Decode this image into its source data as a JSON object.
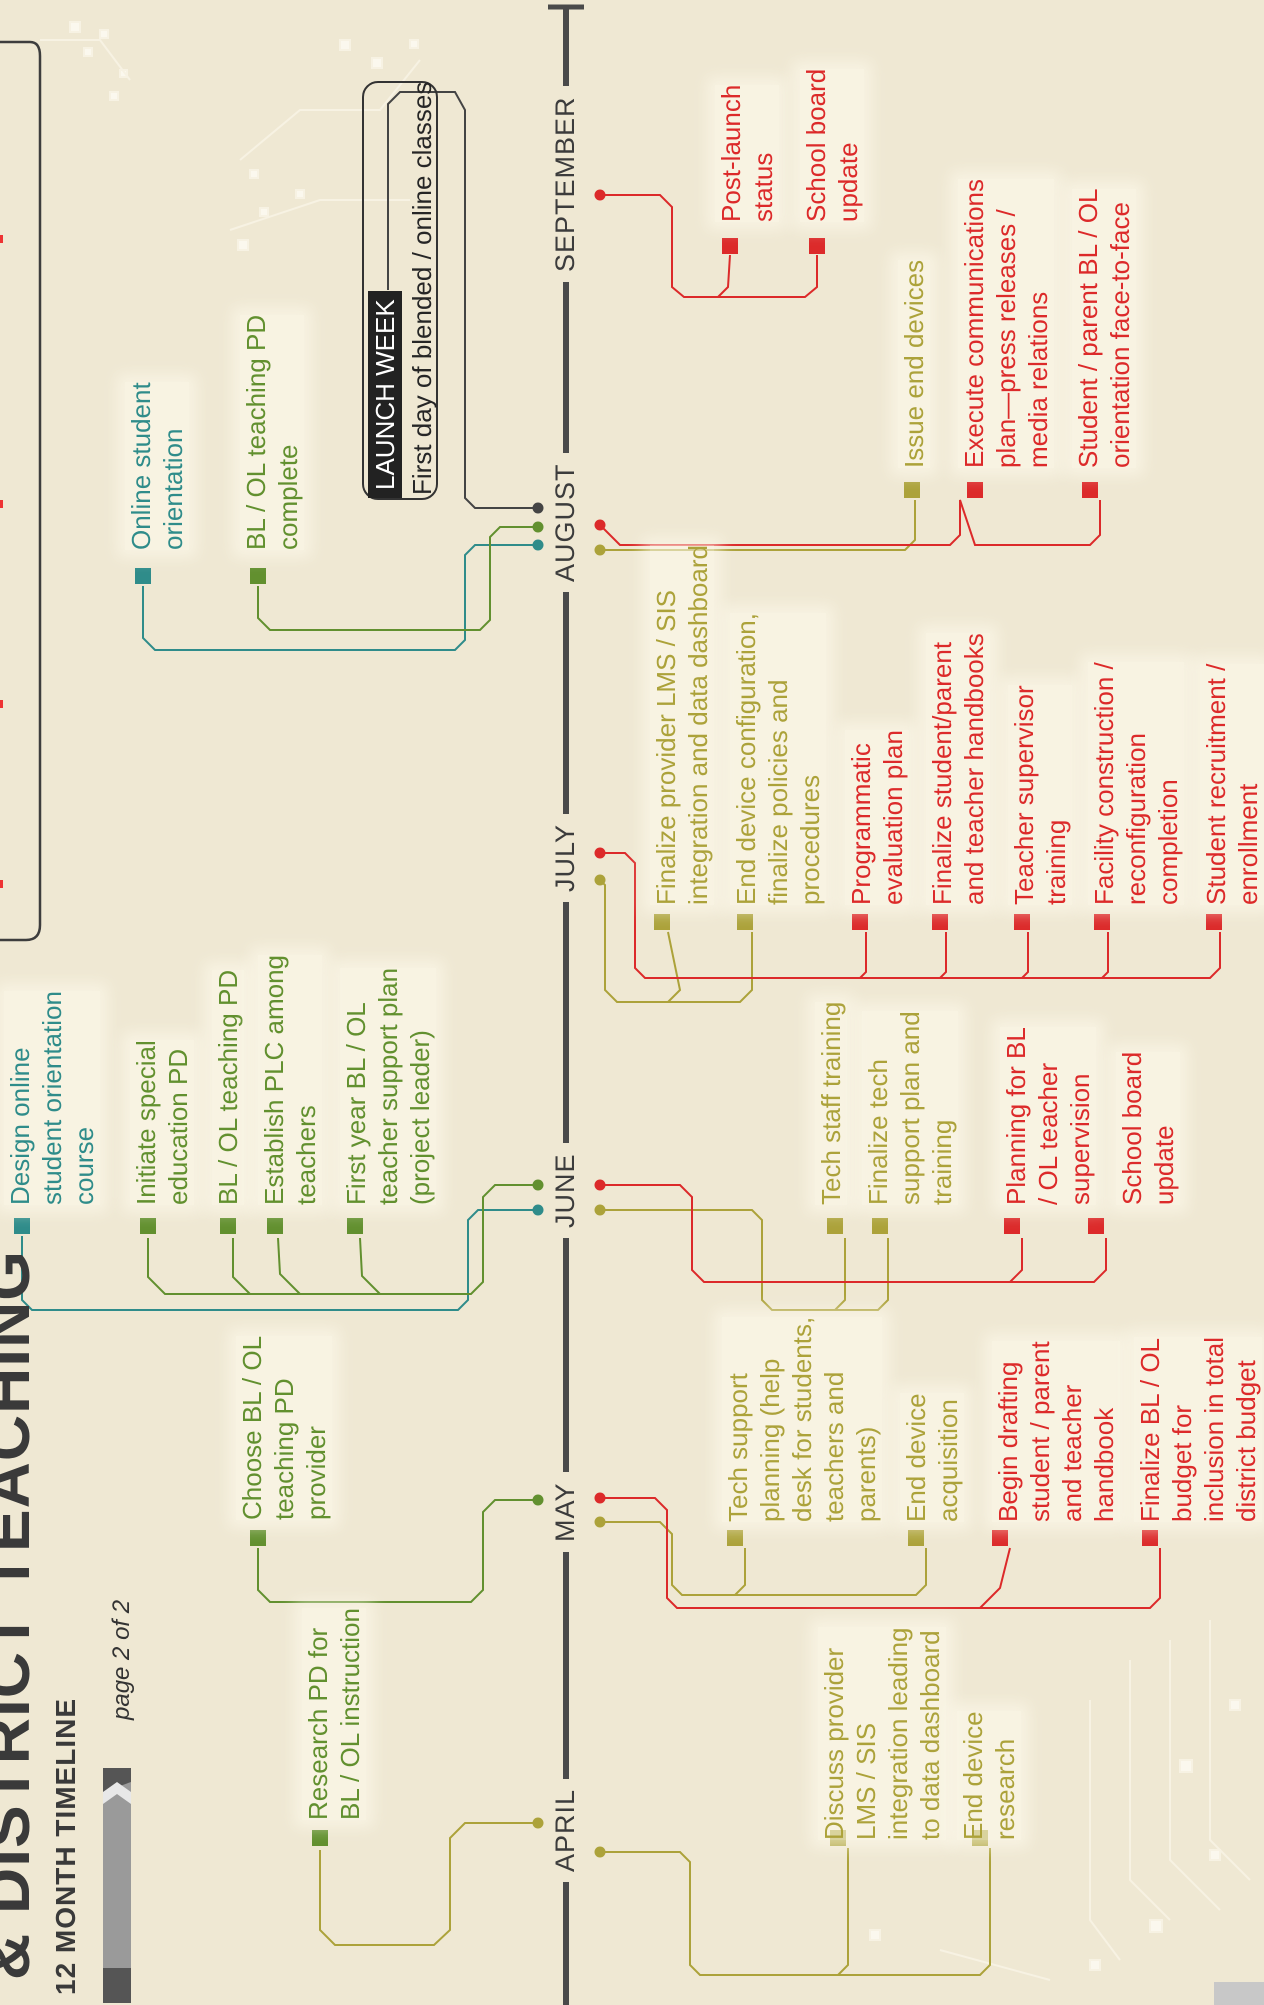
{
  "header": {
    "title": "& DISTRICT TEACHING",
    "subtitle": "12 MONTH TIMELINE",
    "page_indicator": "page 2 of 2"
  },
  "months": [
    "APRIL",
    "MAY",
    "JUNE",
    "JULY",
    "AUGUST",
    "SEPTEMBER"
  ],
  "launch": {
    "badge": "LAUNCH WEEK",
    "text": "First day of blended / online classes"
  },
  "tasks": {
    "april": {
      "research_pd": [
        "Research PD for",
        "BL / OL instruction"
      ],
      "discuss_provider": [
        "Discuss provider",
        "LMS / SIS",
        "integration leading",
        "to data dashboard"
      ],
      "end_device_research": [
        "End device",
        "research"
      ]
    },
    "may": {
      "choose_provider": [
        "Choose BL / OL",
        "teaching PD",
        "provider"
      ],
      "tech_support_planning": [
        "Tech support",
        "planning (help",
        "desk for students,",
        "teachers and",
        "parents)"
      ],
      "end_device_acquisition": [
        "End device",
        "acquisition"
      ],
      "begin_drafting": [
        "Begin drafting",
        "student / parent",
        "and teacher",
        "handbook"
      ],
      "finalize_budget": [
        "Finalize BL / OL",
        "budget for",
        "inclusion in total",
        "district budget"
      ]
    },
    "june": {
      "design_orientation": [
        "Design online",
        "student orientation",
        "course"
      ],
      "special_ed_pd": [
        "Initiate special",
        "education PD"
      ],
      "teaching_pd": [
        "BL / OL teaching PD"
      ],
      "establish_plc": [
        "Establish PLC among",
        "teachers"
      ],
      "first_year_support": [
        "First year BL / OL",
        "teacher support plan",
        "(project leader)"
      ],
      "tech_staff_training": [
        "Tech staff training"
      ],
      "finalize_tech_support": [
        "Finalize tech",
        "support plan and",
        "training"
      ],
      "planning_supervision": [
        "Planning for BL",
        "/ OL teacher",
        "supervision"
      ],
      "school_board_update": [
        "School board",
        "update"
      ]
    },
    "july": {
      "finalize_lms": [
        "Finalize provider LMS / SIS",
        "integration and data dashboard"
      ],
      "end_device_config": [
        "End device configuration,",
        "finalize policies and",
        "procedures"
      ],
      "programmatic_evaluation": [
        "Programmatic",
        "evaluation plan"
      ],
      "finalize_handbooks": [
        "Finalize student/parent",
        "and teacher handbooks"
      ],
      "teacher_supervisor_training": [
        "Teacher supervisor",
        "training"
      ],
      "facility_construction": [
        "Facility construction /",
        "reconfiguration",
        "completion"
      ],
      "student_recruitment": [
        "Student recruitment /",
        "enrollment"
      ]
    },
    "august": {
      "online_orientation": [
        "Online student",
        "orientation"
      ],
      "pd_complete": [
        "BL / OL teaching PD",
        "complete"
      ],
      "issue_devices": [
        "Issue end devices"
      ],
      "execute_communications": [
        "Execute communications",
        "plan—press releases /",
        "media relations"
      ],
      "face_to_face_orientation": [
        "Student / parent BL / OL",
        "orientation face-to-face"
      ]
    },
    "september": {
      "post_launch_status": [
        "Post-launch",
        "status"
      ],
      "school_board_update": [
        "School board",
        "update"
      ]
    }
  },
  "colors": {
    "background": "#efe8d3",
    "teal": "#2f8c8a",
    "green": "#62902f",
    "olive": "#aca23a",
    "red": "#dc2a2a",
    "axis": "#4a4a4a"
  }
}
